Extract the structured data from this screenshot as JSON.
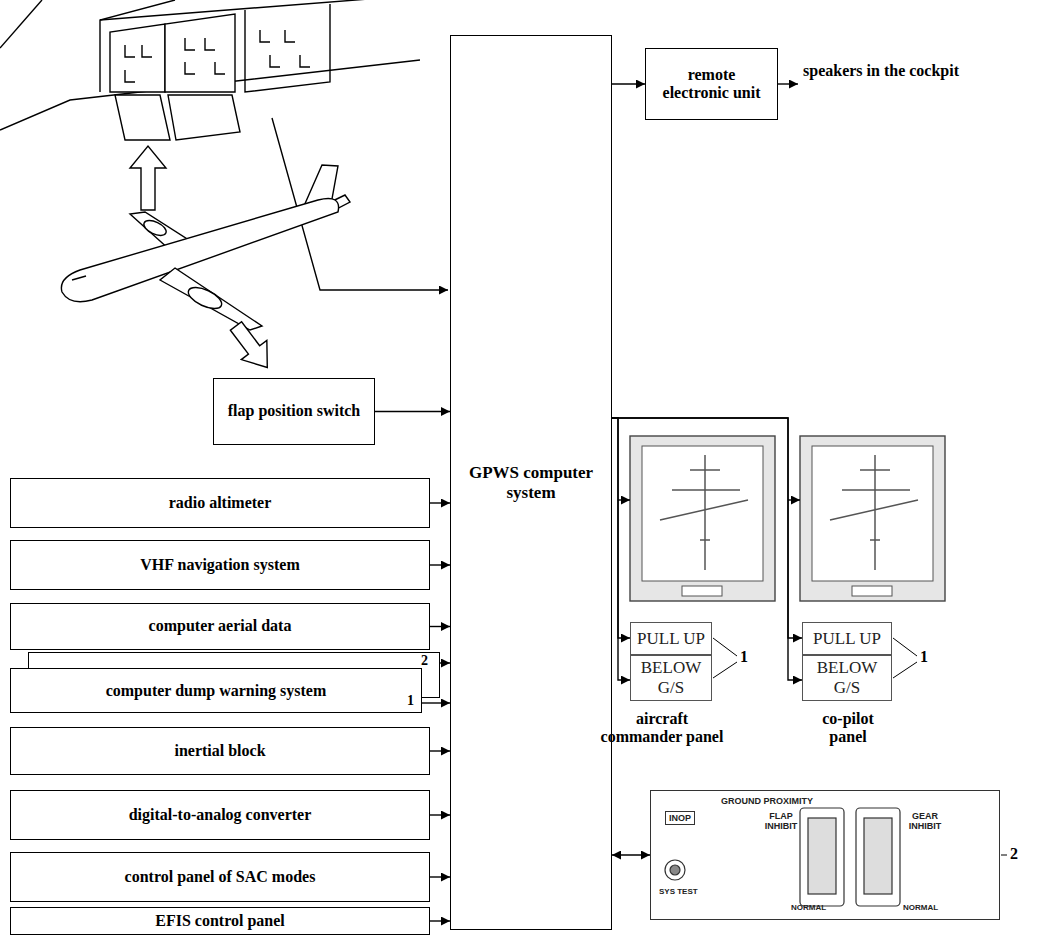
{
  "diagram": {
    "nodes": [
      {
        "text": [
          "GPWS computer system"
        ]
      },
      {
        "text": [
          "remote electronic unit"
        ]
      },
      {
        "text": [
          "flap position switch"
        ]
      },
      {
        "text": [
          "radio altimeter"
        ]
      },
      {
        "text": [
          "VHF navigation system"
        ]
      },
      {
        "text": [
          "computer aerial data"
        ]
      },
      {
        "text": [
          "2"
        ]
      },
      {
        "text": [
          "computer dump warning system",
          "1"
        ]
      },
      {
        "text": [
          "inertial block"
        ]
      },
      {
        "text": [
          "digital-to-analog converter"
        ]
      },
      {
        "text": [
          "control panel of SAC modes"
        ]
      },
      {
        "text": [
          "EFIS control panel"
        ]
      },
      {
        "text": [
          "PULL UP"
        ]
      },
      {
        "text": [
          "BELOW G/S"
        ]
      },
      {
        "text": [
          "PULL UP"
        ]
      },
      {
        "text": [
          "BELOW G/S"
        ]
      },
      {
        "text": [
          "GROUND PROXIMITY",
          "INOP",
          "FLAP INHIBIT",
          "GEAR INHIBIT",
          "SYS TEST",
          "NORMAL",
          "NORMAL"
        ]
      }
    ],
    "edges": [
      {
        "from": 2,
        "to": 0,
        "arrow": "to"
      },
      {
        "from": 3,
        "to": 0,
        "arrow": "to"
      },
      {
        "from": 4,
        "to": 0,
        "arrow": "to"
      },
      {
        "from": 5,
        "to": 0,
        "arrow": "to"
      },
      {
        "from": 6,
        "to": 0,
        "arrow": "to"
      },
      {
        "from": 7,
        "to": 0,
        "arrow": "to"
      },
      {
        "from": 8,
        "to": 0,
        "arrow": "to"
      },
      {
        "from": 9,
        "to": 0,
        "arrow": "to"
      },
      {
        "from": 10,
        "to": 0,
        "arrow": "to"
      },
      {
        "from": 11,
        "to": 0,
        "arrow": "to"
      },
      {
        "from": 0,
        "to": 1,
        "arrow": "to"
      },
      {
        "from": 0,
        "to": 12,
        "arrow": "to"
      },
      {
        "from": 0,
        "to": 13,
        "arrow": "to"
      },
      {
        "from": 0,
        "to": 14,
        "arrow": "to"
      },
      {
        "from": 0,
        "to": 15,
        "arrow": "to"
      },
      {
        "from": 0,
        "to": 16,
        "arrow": "both"
      }
    ],
    "labels": [
      "speakers in the cockpit",
      "1",
      "1",
      "aircraft commander panel",
      "co-pilot panel",
      "2"
    ]
  }
}
